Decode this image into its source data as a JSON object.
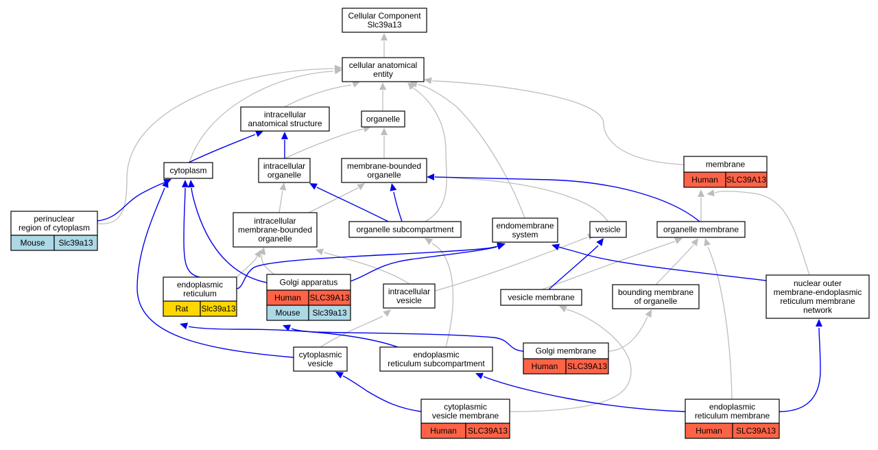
{
  "colors": {
    "human": "#ff6347",
    "mouse": "#add8e6",
    "rat": "#ffd700",
    "edge_is_a": "#bdbdbd",
    "edge_part_of": "#0000ee"
  },
  "nodes": {
    "cc_root": {
      "lines": [
        "Cellular Component",
        "Slc39a13"
      ]
    },
    "cae": {
      "lines": [
        "cellular anatomical",
        "entity"
      ]
    },
    "ias": {
      "lines": [
        "intracellular",
        "anatomical structure"
      ]
    },
    "organelle": {
      "lines": [
        "organelle"
      ]
    },
    "cytoplasm": {
      "lines": [
        "cytoplasm"
      ]
    },
    "intra_org": {
      "lines": [
        "intracellular",
        "organelle"
      ]
    },
    "mbo": {
      "lines": [
        "membrane-bounded",
        "organelle"
      ]
    },
    "membrane": {
      "lines": [
        "membrane"
      ],
      "tags": [
        {
          "species": "Human",
          "gene": "SLC39A13"
        }
      ]
    },
    "perinuclear": {
      "lines": [
        "perinuclear",
        "region of cytoplasm"
      ],
      "tags": [
        {
          "species": "Mouse",
          "gene": "Slc39a13"
        }
      ]
    },
    "imbo": {
      "lines": [
        "intracellular",
        "membrane-bounded",
        "organelle"
      ]
    },
    "org_subcomp": {
      "lines": [
        "organelle subcompartment"
      ]
    },
    "endomembrane": {
      "lines": [
        "endomembrane",
        "system"
      ]
    },
    "vesicle": {
      "lines": [
        "vesicle"
      ]
    },
    "org_membrane": {
      "lines": [
        "organelle membrane"
      ]
    },
    "er": {
      "lines": [
        "endoplasmic",
        "reticulum"
      ],
      "tags": [
        {
          "species": "Rat",
          "gene": "Slc39a13"
        }
      ]
    },
    "golgi": {
      "lines": [
        "Golgi apparatus"
      ],
      "tags": [
        {
          "species": "Human",
          "gene": "SLC39A13"
        },
        {
          "species": "Mouse",
          "gene": "Slc39a13"
        }
      ]
    },
    "intra_vesicle": {
      "lines": [
        "intracellular",
        "vesicle"
      ]
    },
    "vesicle_membrane": {
      "lines": [
        "vesicle membrane"
      ]
    },
    "bounding_membrane": {
      "lines": [
        "bounding membrane",
        "of organelle"
      ]
    },
    "nuclear_outer": {
      "lines": [
        "nuclear outer",
        "membrane-endoplasmic",
        "reticulum membrane",
        "network"
      ]
    },
    "cyto_vesicle": {
      "lines": [
        "cytoplasmic",
        "vesicle"
      ]
    },
    "er_subcomp": {
      "lines": [
        "endoplasmic",
        "reticulum subcompartment"
      ]
    },
    "golgi_membrane": {
      "lines": [
        "Golgi membrane"
      ],
      "tags": [
        {
          "species": "Human",
          "gene": "SLC39A13"
        }
      ]
    },
    "cvm": {
      "lines": [
        "cytoplasmic",
        "vesicle membrane"
      ],
      "tags": [
        {
          "species": "Human",
          "gene": "SLC39A13"
        }
      ]
    },
    "erm": {
      "lines": [
        "endoplasmic",
        "reticulum membrane"
      ],
      "tags": [
        {
          "species": "Human",
          "gene": "SLC39A13"
        }
      ]
    }
  }
}
